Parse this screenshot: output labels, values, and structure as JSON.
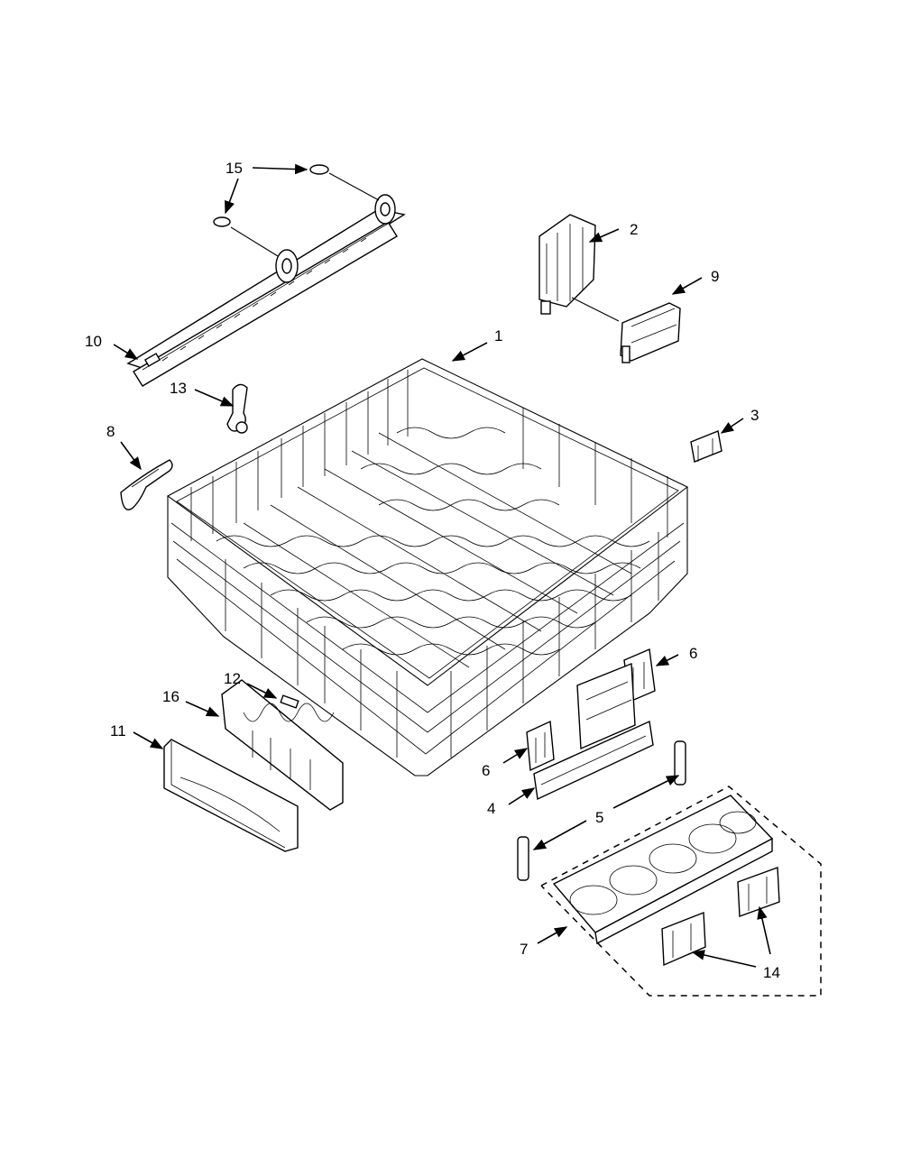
{
  "callouts": {
    "c1": "1",
    "c2": "2",
    "c3": "3",
    "c4": "4",
    "c5": "5",
    "c6a": "6",
    "c6b": "6",
    "c7": "7",
    "c8": "8",
    "c9": "9",
    "c10": "10",
    "c11": "11",
    "c12": "12",
    "c13": "13",
    "c14": "14",
    "c15": "15",
    "c16": "16"
  }
}
